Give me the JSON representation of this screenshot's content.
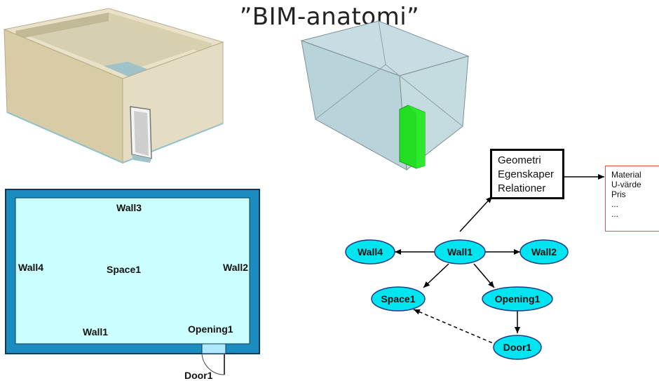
{
  "title": "”BIM-anatomi”",
  "floor_plan": {
    "wall_top": "Wall3",
    "wall_left": "Wall4",
    "wall_right": "Wall2",
    "wall_bottom": "Wall1",
    "space": "Space1",
    "opening": "Opening1",
    "door": "Door1"
  },
  "graph": {
    "nodes": {
      "wall1": "Wall1",
      "wall2": "Wall2",
      "wall4": "Wall4",
      "space1": "Space1",
      "opening1": "Opening1",
      "door1": "Door1"
    }
  },
  "properties": {
    "items": [
      "Geometri",
      "Egenskaper",
      "Relationer"
    ]
  },
  "attributes": {
    "items": [
      "Material",
      "U-värde",
      "Pris",
      "...",
      "..."
    ]
  },
  "colors": {
    "node_fill": "#00e5f0",
    "node_stroke": "#1a3a8a",
    "plan_wall": "#1a8cc0",
    "plan_floor": "#ccffff",
    "attr_border": "#e05050",
    "door_green": "#22dd22"
  }
}
